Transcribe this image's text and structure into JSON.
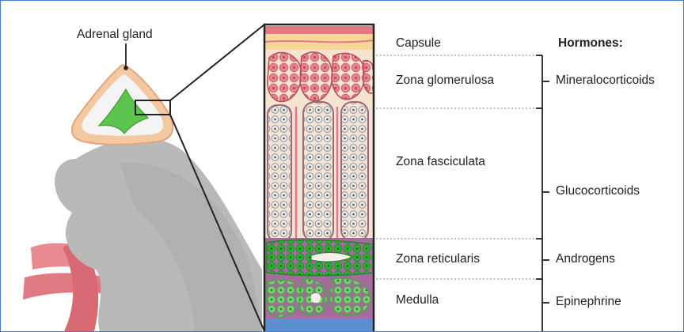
{
  "diagram": {
    "gland_label": "Adrenal gland",
    "hormones_header": "Hormones:",
    "layers": [
      {
        "name": "Capsule",
        "hormone": ""
      },
      {
        "name": "Zona glomerulosa",
        "hormone": "Mineralocorticoids"
      },
      {
        "name": "Zona fasciculata",
        "hormone": "Glucocorticoids"
      },
      {
        "name": "Zona reticularis",
        "hormone": "Androgens"
      },
      {
        "name": "Medulla",
        "hormone": "Epinephrine"
      }
    ]
  },
  "colors": {
    "frame_border": "#4a78c8",
    "capsule": "#f6d79a",
    "glomerulosa": "#f0a3ab",
    "fasciculata": "#d8d8d8",
    "reticularis": "#47c24c",
    "medulla": "#8fd98a",
    "kidney": "#b9b9b9",
    "vessel": "#e88a8f",
    "gland_cortex": "#f3c9a2",
    "gland_medulla": "#5cc44f"
  }
}
